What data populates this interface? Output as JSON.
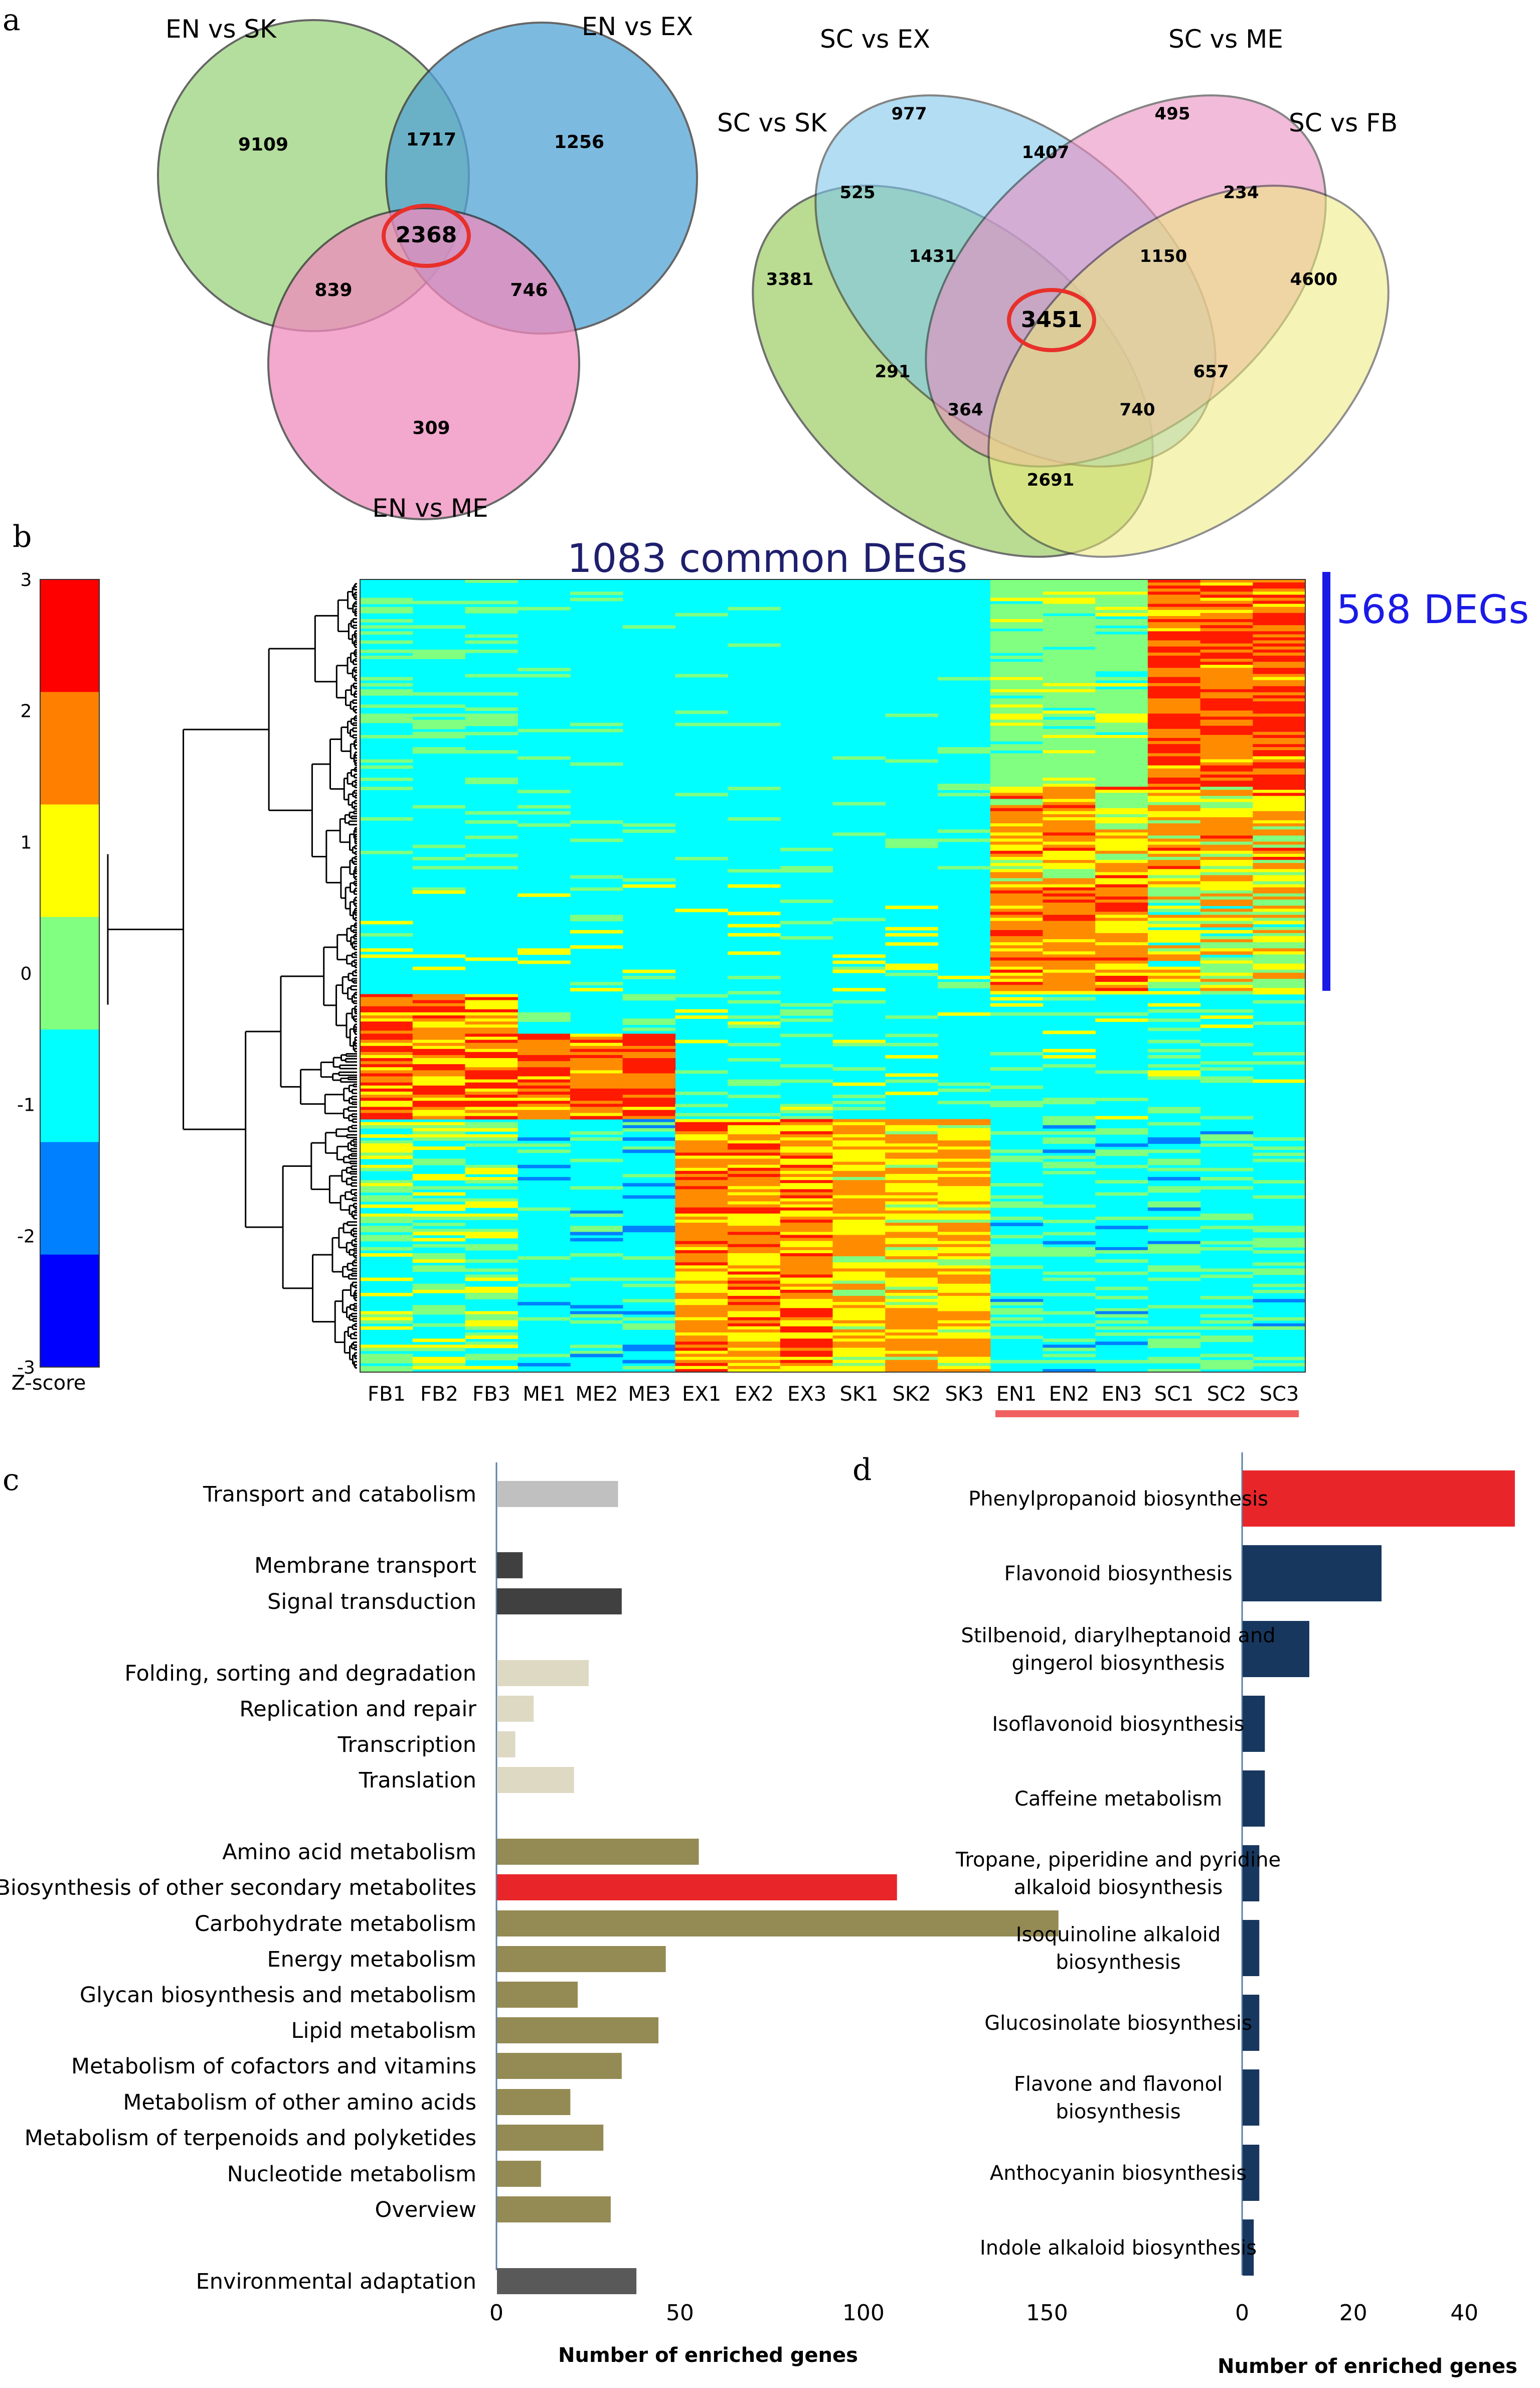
{
  "panel_labels": {
    "a": "a",
    "b": "b",
    "c": "c",
    "d": "d"
  },
  "venn3": {
    "sets": [
      {
        "label": "EN vs SK",
        "color": "#9bd37e"
      },
      {
        "label": "EN vs EX",
        "color": "#52a3d6"
      },
      {
        "label": "EN vs ME",
        "color": "#f08bbd"
      }
    ],
    "regions": {
      "only_sk": "9109",
      "only_ex": "1256",
      "only_me": "309",
      "sk_ex": "1717",
      "sk_me": "839",
      "ex_me": "746",
      "all": "2368"
    },
    "highlight_color": "#e8302a"
  },
  "venn4": {
    "sets": [
      {
        "label": "SC vs SK",
        "color": "#9ccc65"
      },
      {
        "label": "SC vs EX",
        "color": "#7fc8ec"
      },
      {
        "label": "SC vs ME",
        "color": "#e98ec0"
      },
      {
        "label": "SC vs FB",
        "color": "#eeeb7a"
      }
    ],
    "regions": {
      "r_ex": "977",
      "r_me": "495",
      "r_sk": "3381",
      "r_fb": "4600",
      "r_ex_me": "1407",
      "r_sk_ex": "525",
      "r_me_fb": "234",
      "r_sk_ex_me": "1431",
      "r_ex_me_fb": "1150",
      "r_all": "3451",
      "r_sk_me": "291",
      "r_ex_fb": "657",
      "r_sk_me_fb": "364",
      "r_sk_ex_fb": "740",
      "r_sk_fb": "2691"
    },
    "highlight_color": "#e8302a"
  },
  "heatmap": {
    "title": "1083 common DEGs",
    "bracket_label": "568 DEGs",
    "bracket_color": "#1a1ae6",
    "title_color": "#1f1f6e",
    "colorbar_label": "Z-score",
    "colorbar_ticks": [
      "3",
      "2",
      "1",
      "0",
      "-1",
      "-2",
      "-3"
    ],
    "colorbar_colors": [
      "#ff0000",
      "#ff8000",
      "#ffff00",
      "#80ff80",
      "#00ffff",
      "#0080ff",
      "#0000ff"
    ],
    "samples": [
      "FB1",
      "FB2",
      "FB3",
      "ME1",
      "ME2",
      "ME3",
      "EX1",
      "EX2",
      "EX3",
      "SK1",
      "SK2",
      "SK3",
      "EN1",
      "EN2",
      "EN3",
      "SC1",
      "SC2",
      "SC3"
    ],
    "underline_color": "#f06060"
  },
  "chart_data": [
    {
      "type": "bar",
      "orientation": "horizontal",
      "xlabel": "Number of enriched genes",
      "xlim": [
        0,
        160
      ],
      "xticks": [
        "0",
        "50",
        "100",
        "150"
      ],
      "categories": [
        {
          "name": "Transport and catabolism",
          "value": 33,
          "color": "#c0c0c0"
        },
        {
          "name": "Membrane transport",
          "value": 7,
          "color": "#404040"
        },
        {
          "name": "Signal transduction",
          "value": 34,
          "color": "#404040"
        },
        {
          "name": "Folding, sorting and degradation",
          "value": 25,
          "color": "#ddd9c3"
        },
        {
          "name": "Replication and repair",
          "value": 10,
          "color": "#ddd9c3"
        },
        {
          "name": "Transcription",
          "value": 5,
          "color": "#ddd9c3"
        },
        {
          "name": "Translation",
          "value": 21,
          "color": "#ddd9c3"
        },
        {
          "name": "Amino acid metabolism",
          "value": 55,
          "color": "#948a54"
        },
        {
          "name": "Biosynthesis of other secondary metabolites",
          "value": 109,
          "color": "#e8262a"
        },
        {
          "name": "Carbohydrate metabolism",
          "value": 153,
          "color": "#948a54"
        },
        {
          "name": "Energy metabolism",
          "value": 46,
          "color": "#948a54"
        },
        {
          "name": "Glycan biosynthesis and metabolism",
          "value": 22,
          "color": "#948a54"
        },
        {
          "name": "Lipid metabolism",
          "value": 44,
          "color": "#948a54"
        },
        {
          "name": "Metabolism of cofactors and vitamins",
          "value": 34,
          "color": "#948a54"
        },
        {
          "name": "Metabolism of other amino acids",
          "value": 20,
          "color": "#948a54"
        },
        {
          "name": "Metabolism of terpenoids and polyketides",
          "value": 29,
          "color": "#948a54"
        },
        {
          "name": "Nucleotide metabolism",
          "value": 12,
          "color": "#948a54"
        },
        {
          "name": "Overview",
          "value": 31,
          "color": "#948a54"
        },
        {
          "name": "Environmental adaptation",
          "value": 38,
          "color": "#595959"
        }
      ]
    },
    {
      "type": "bar",
      "orientation": "horizontal",
      "xlabel": "Number of enriched genes",
      "xlim": [
        0,
        50
      ],
      "xticks": [
        "0",
        "20",
        "40"
      ],
      "categories": [
        {
          "name": "Phenylpropanoid biosynthesis",
          "lines": [
            "Phenylpropanoid biosynthesis"
          ],
          "value": 49,
          "color": "#e8262a"
        },
        {
          "name": "Flavonoid biosynthesis",
          "lines": [
            "Flavonoid biosynthesis"
          ],
          "value": 25,
          "color": "#17375e"
        },
        {
          "name": "Stilbenoid, diarylheptanoid and gingerol biosynthesis",
          "lines": [
            "Stilbenoid, diarylheptanoid and",
            "gingerol biosynthesis"
          ],
          "value": 12,
          "color": "#17375e"
        },
        {
          "name": "Isoflavonoid biosynthesis",
          "lines": [
            "Isoflavonoid biosynthesis"
          ],
          "value": 4,
          "color": "#17375e"
        },
        {
          "name": "Caffeine metabolism",
          "lines": [
            "Caffeine metabolism"
          ],
          "value": 4,
          "color": "#17375e"
        },
        {
          "name": "Tropane, piperidine and pyridine alkaloid biosynthesis",
          "lines": [
            "Tropane, piperidine and pyridine",
            "alkaloid biosynthesis"
          ],
          "value": 3,
          "color": "#17375e"
        },
        {
          "name": "Isoquinoline alkaloid biosynthesis",
          "lines": [
            "Isoquinoline alkaloid",
            "biosynthesis"
          ],
          "value": 3,
          "color": "#17375e"
        },
        {
          "name": "Glucosinolate biosynthesis",
          "lines": [
            "Glucosinolate biosynthesis"
          ],
          "value": 3,
          "color": "#17375e"
        },
        {
          "name": "Flavone and flavonol biosynthesis",
          "lines": [
            "Flavone and flavonol",
            "biosynthesis"
          ],
          "value": 3,
          "color": "#17375e"
        },
        {
          "name": "Anthocyanin biosynthesis",
          "lines": [
            "Anthocyanin biosynthesis"
          ],
          "value": 3,
          "color": "#17375e"
        },
        {
          "name": "Indole alkaloid biosynthesis",
          "lines": [
            "Indole alkaloid biosynthesis"
          ],
          "value": 2,
          "color": "#17375e"
        }
      ]
    }
  ]
}
